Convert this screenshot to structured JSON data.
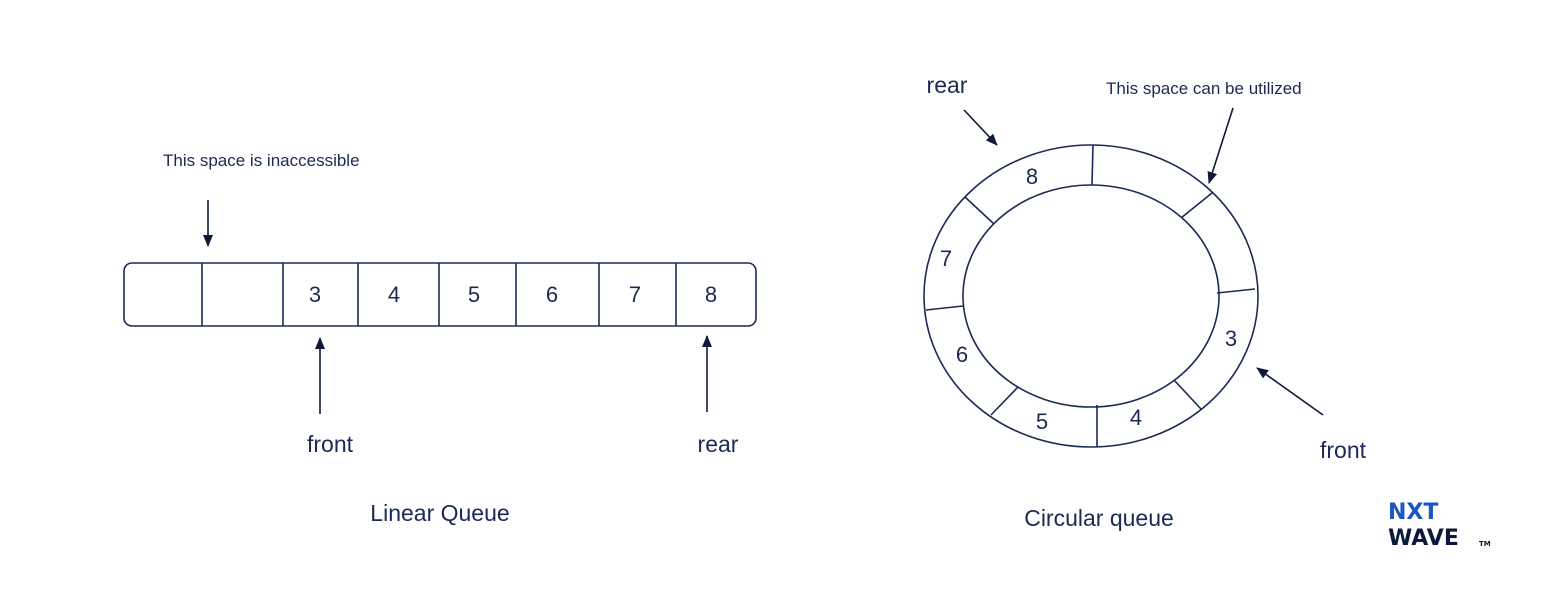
{
  "linear": {
    "cells": [
      "",
      "",
      "3",
      "4",
      "5",
      "6",
      "7",
      "8"
    ],
    "note": "This space is inaccessible",
    "front_label": "front",
    "rear_label": "rear",
    "caption": "Linear Queue"
  },
  "circular": {
    "segment_values": [
      "8",
      "",
      "3",
      "4",
      "5",
      "6",
      "7"
    ],
    "rear_label": "rear",
    "front_label": "front",
    "note": "This space can be utilized",
    "caption": "Circular queue"
  },
  "logo": {
    "top": "NXT",
    "bottom": "WAVE",
    "tm": "TM"
  },
  "colors": {
    "ink": "#1b2a55",
    "logo_blue": "#1a56c4",
    "logo_dark": "#0b1a3c"
  }
}
